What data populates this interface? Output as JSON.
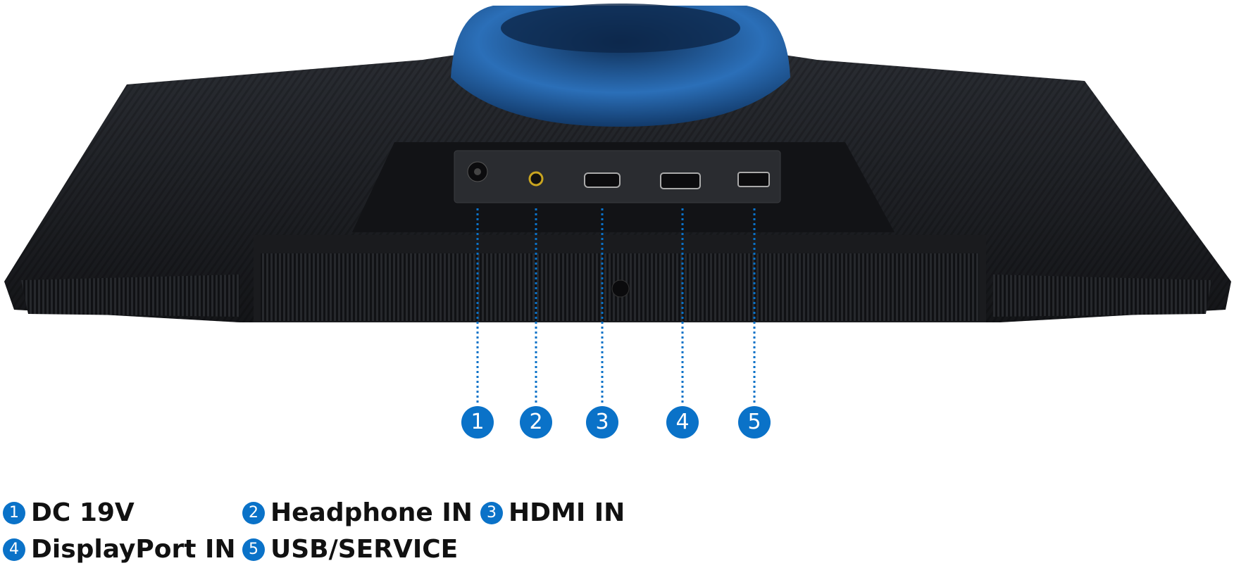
{
  "colors": {
    "accent": "#0a72c8",
    "body": "#1c1e22",
    "ring": "#1f5fa8"
  },
  "ports": [
    {
      "number": "1",
      "label": "DC 19V",
      "icon": "dc-power-port-icon"
    },
    {
      "number": "2",
      "label": "Headphone IN",
      "icon": "headphone-jack-icon"
    },
    {
      "number": "3",
      "label": "HDMI IN",
      "icon": "hdmi-port-icon"
    },
    {
      "number": "4",
      "label": "DisplayPort IN",
      "icon": "displayport-icon"
    },
    {
      "number": "5",
      "label": "USB/SERVICE",
      "icon": "usb-port-icon"
    }
  ]
}
